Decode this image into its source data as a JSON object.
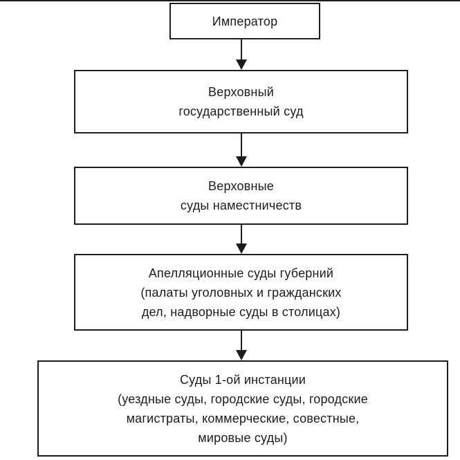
{
  "colors": {
    "ink": "#1c1c1c",
    "background": "#ffffff"
  },
  "diagram": {
    "description_language": "ru",
    "nodes": [
      {
        "id": "emperor",
        "lines": [
          "Император"
        ]
      },
      {
        "id": "supreme-state-court",
        "lines": [
          "Верховный",
          "государственный суд"
        ]
      },
      {
        "id": "viceroyalty-courts",
        "lines": [
          "Верховные",
          "суды наместничеств"
        ]
      },
      {
        "id": "appellate-courts",
        "lines": [
          "Апелляционные суды губерний",
          "(палаты уголовных и гражданских",
          "дел, надворные суды в столицах)"
        ]
      },
      {
        "id": "first-instance-courts",
        "lines": [
          "Суды 1-ой инстанции",
          "(уездные суды, городские суды, городские",
          "магистраты, коммерческие, совестные,",
          "мировые суды)"
        ]
      }
    ],
    "edges": [
      {
        "from": "emperor",
        "to": "supreme-state-court"
      },
      {
        "from": "supreme-state-court",
        "to": "viceroyalty-courts"
      },
      {
        "from": "viceroyalty-courts",
        "to": "appellate-courts"
      },
      {
        "from": "appellate-courts",
        "to": "first-instance-courts"
      }
    ]
  }
}
